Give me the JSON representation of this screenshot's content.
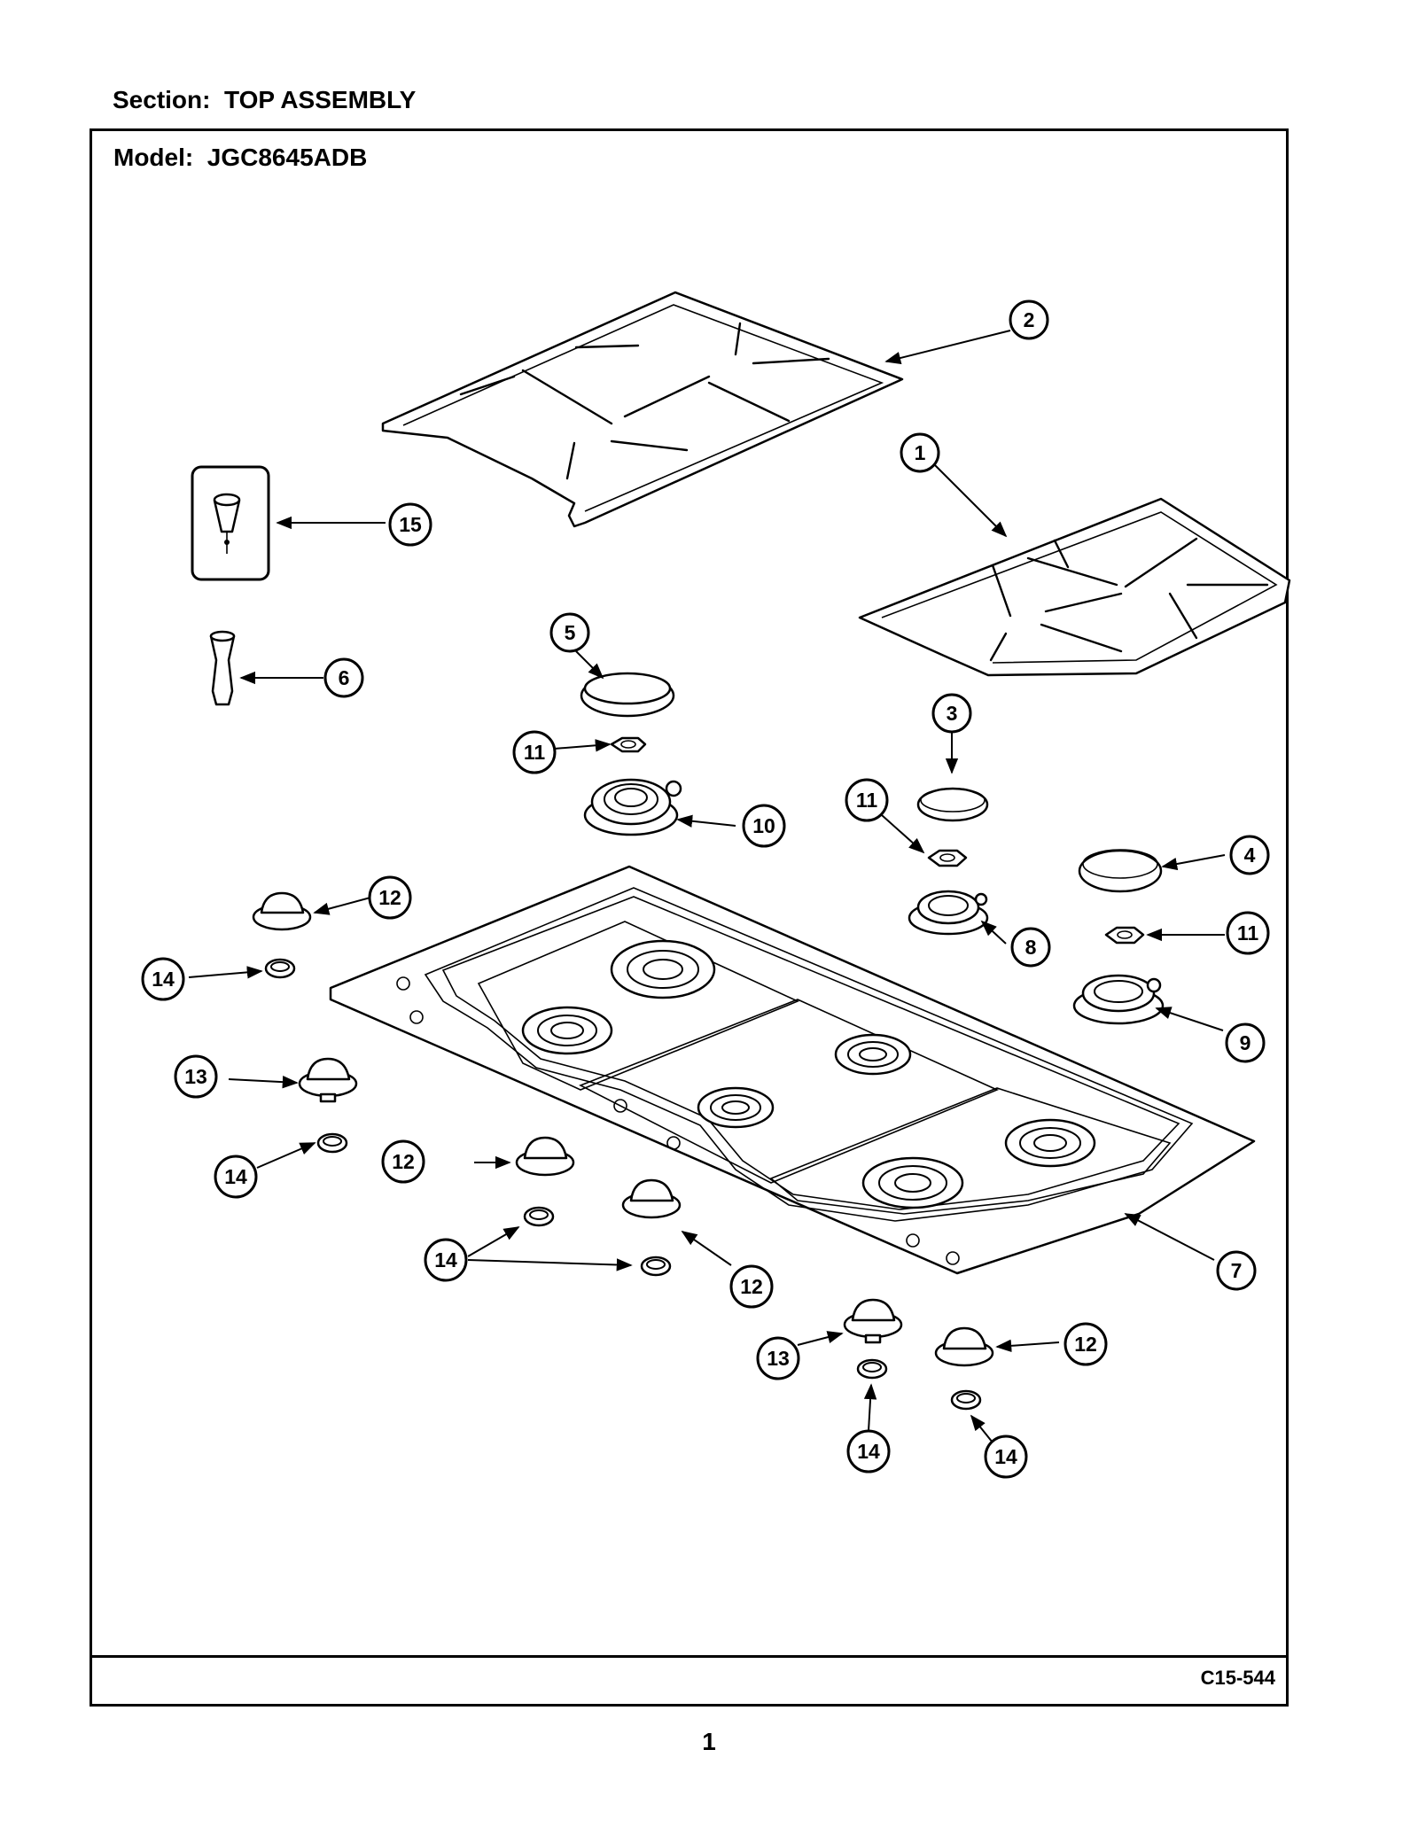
{
  "header": {
    "section_label": "Section:",
    "section_value": "TOP ASSEMBLY",
    "model_label": "Model:",
    "model_value": "JGC8645ADB"
  },
  "footer": {
    "diagram_code": "C15-544",
    "page_number": "1"
  },
  "diagram": {
    "callouts": [
      {
        "id": "c1",
        "label": "1"
      },
      {
        "id": "c2",
        "label": "2"
      },
      {
        "id": "c3",
        "label": "3"
      },
      {
        "id": "c4",
        "label": "4"
      },
      {
        "id": "c5",
        "label": "5"
      },
      {
        "id": "c6",
        "label": "6"
      },
      {
        "id": "c7",
        "label": "7"
      },
      {
        "id": "c8",
        "label": "8"
      },
      {
        "id": "c9",
        "label": "9"
      },
      {
        "id": "c10",
        "label": "10"
      },
      {
        "id": "c11a",
        "label": "11"
      },
      {
        "id": "c11b",
        "label": "11"
      },
      {
        "id": "c11c",
        "label": "11"
      },
      {
        "id": "c12a",
        "label": "12"
      },
      {
        "id": "c12b",
        "label": "12"
      },
      {
        "id": "c12c",
        "label": "12"
      },
      {
        "id": "c12d",
        "label": "12"
      },
      {
        "id": "c13a",
        "label": "13"
      },
      {
        "id": "c13b",
        "label": "13"
      },
      {
        "id": "c14a",
        "label": "14"
      },
      {
        "id": "c14b",
        "label": "14"
      },
      {
        "id": "c14c",
        "label": "14"
      },
      {
        "id": "c14d",
        "label": "14"
      },
      {
        "id": "c14e",
        "label": "14"
      },
      {
        "id": "c15",
        "label": "15"
      }
    ]
  }
}
